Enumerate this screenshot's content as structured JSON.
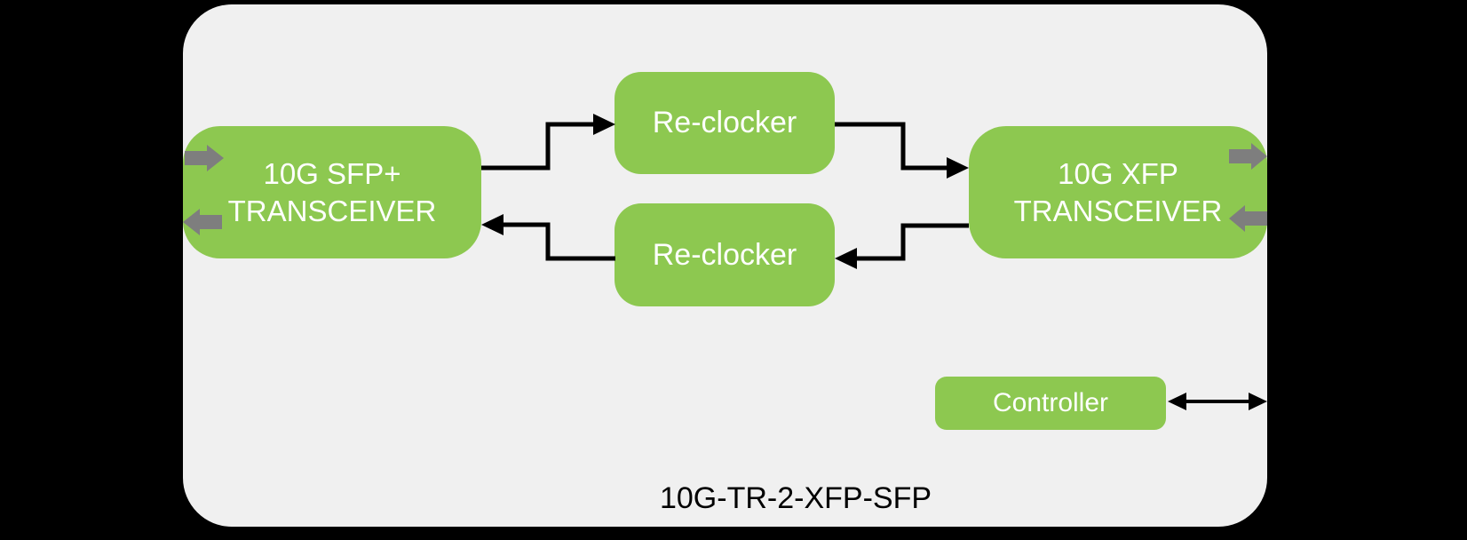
{
  "diagram": {
    "product_label": "10G-TR-2-XFP-SFP",
    "colors": {
      "background": "#000000",
      "board_gray": "#F0F0F0",
      "block_green": "#8DC850",
      "block_text": "#FFFFFF",
      "connector_black": "#000000",
      "port_arrow_gray": "#7E7E7E",
      "label_text": "#000000"
    },
    "blocks": {
      "sfp": {
        "line1": "10G SFP+",
        "line2": "TRANSCEIVER"
      },
      "reclocker_top": {
        "label": "Re-clocker"
      },
      "reclocker_bottom": {
        "label": "Re-clocker"
      },
      "xfp": {
        "line1": "10G XFP",
        "line2": "TRANSCEIVER"
      },
      "controller": {
        "label": "Controller"
      }
    },
    "icons": {
      "sfp_rx_port": "arrow-right",
      "sfp_tx_port": "arrow-left",
      "xfp_tx_port": "arrow-right",
      "xfp_rx_port": "arrow-left",
      "controller_bus": "arrow-left-right"
    }
  }
}
